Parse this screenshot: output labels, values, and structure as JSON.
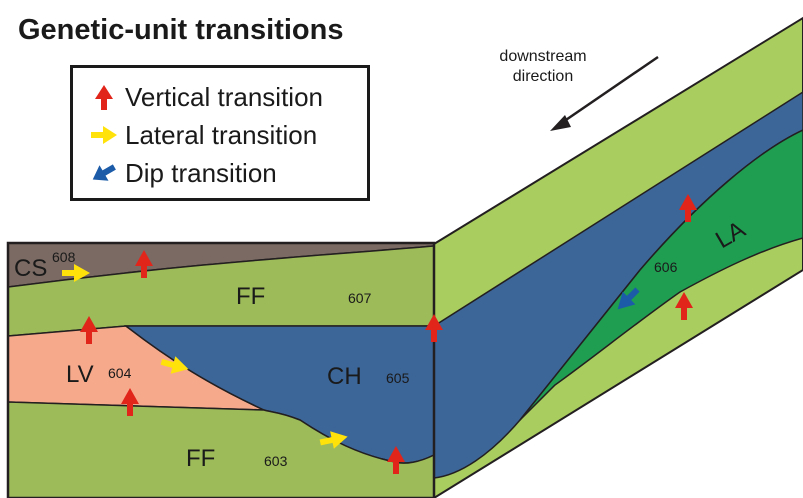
{
  "title": "Genetic-unit transitions",
  "legend": {
    "items": [
      {
        "label": "Vertical transition",
        "icon": "red-up-arrow-icon",
        "color": "#e1251b"
      },
      {
        "label": "Lateral transition",
        "icon": "yellow-right-arrow-icon",
        "color": "#ffe20a"
      },
      {
        "label": "Dip transition",
        "icon": "blue-diagonal-arrow-icon",
        "color": "#1b5ba8"
      }
    ]
  },
  "downstream": {
    "line1": "downstream",
    "line2": "direction"
  },
  "units": {
    "cs": {
      "code": "CS",
      "number": "608",
      "color": "#7a6a63"
    },
    "ff_top": {
      "code": "FF",
      "number": "607",
      "color": "#9dbb59"
    },
    "lv": {
      "code": "LV",
      "number": "604",
      "color": "#f7a98c"
    },
    "ch": {
      "code": "CH",
      "number": "605",
      "color": "#3c6598"
    },
    "ff_bottom": {
      "code": "FF",
      "number": "603",
      "color": "#9dbb59"
    },
    "la": {
      "code": "LA",
      "number": "606",
      "color": "#1f9e52"
    }
  },
  "colors": {
    "green_side": "#a9cd5e",
    "outline": "#231f20"
  }
}
